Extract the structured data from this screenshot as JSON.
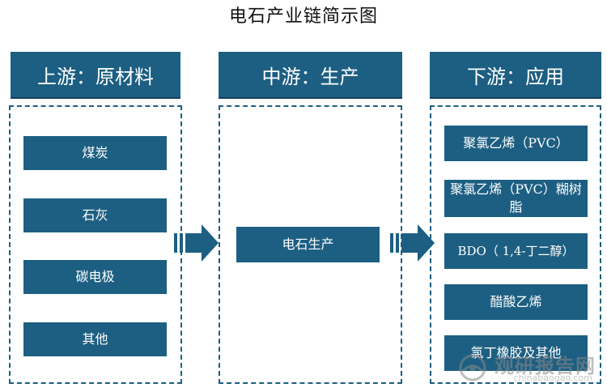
{
  "title": "电石产业链简示图",
  "columns": {
    "upstream": {
      "header": "上游：原材料",
      "items": [
        "煤炭",
        "石灰",
        "碳电极",
        "其他"
      ]
    },
    "midstream": {
      "header": "中游：生产",
      "items": [
        "电石生产"
      ]
    },
    "downstream": {
      "header": "下游：应用",
      "items": [
        "聚氯乙烯（PVC）",
        "聚氯乙烯（PVC）糊树脂",
        "BDO（ 1,4-丁二醇）",
        "醋酸乙烯",
        "氯丁橡胶及其他"
      ]
    }
  },
  "watermark": {
    "cn": "观研报告网",
    "en": "chinabaogao.com"
  },
  "colors": {
    "accent": "#1d5f82",
    "text_on_accent": "#ffffff"
  }
}
